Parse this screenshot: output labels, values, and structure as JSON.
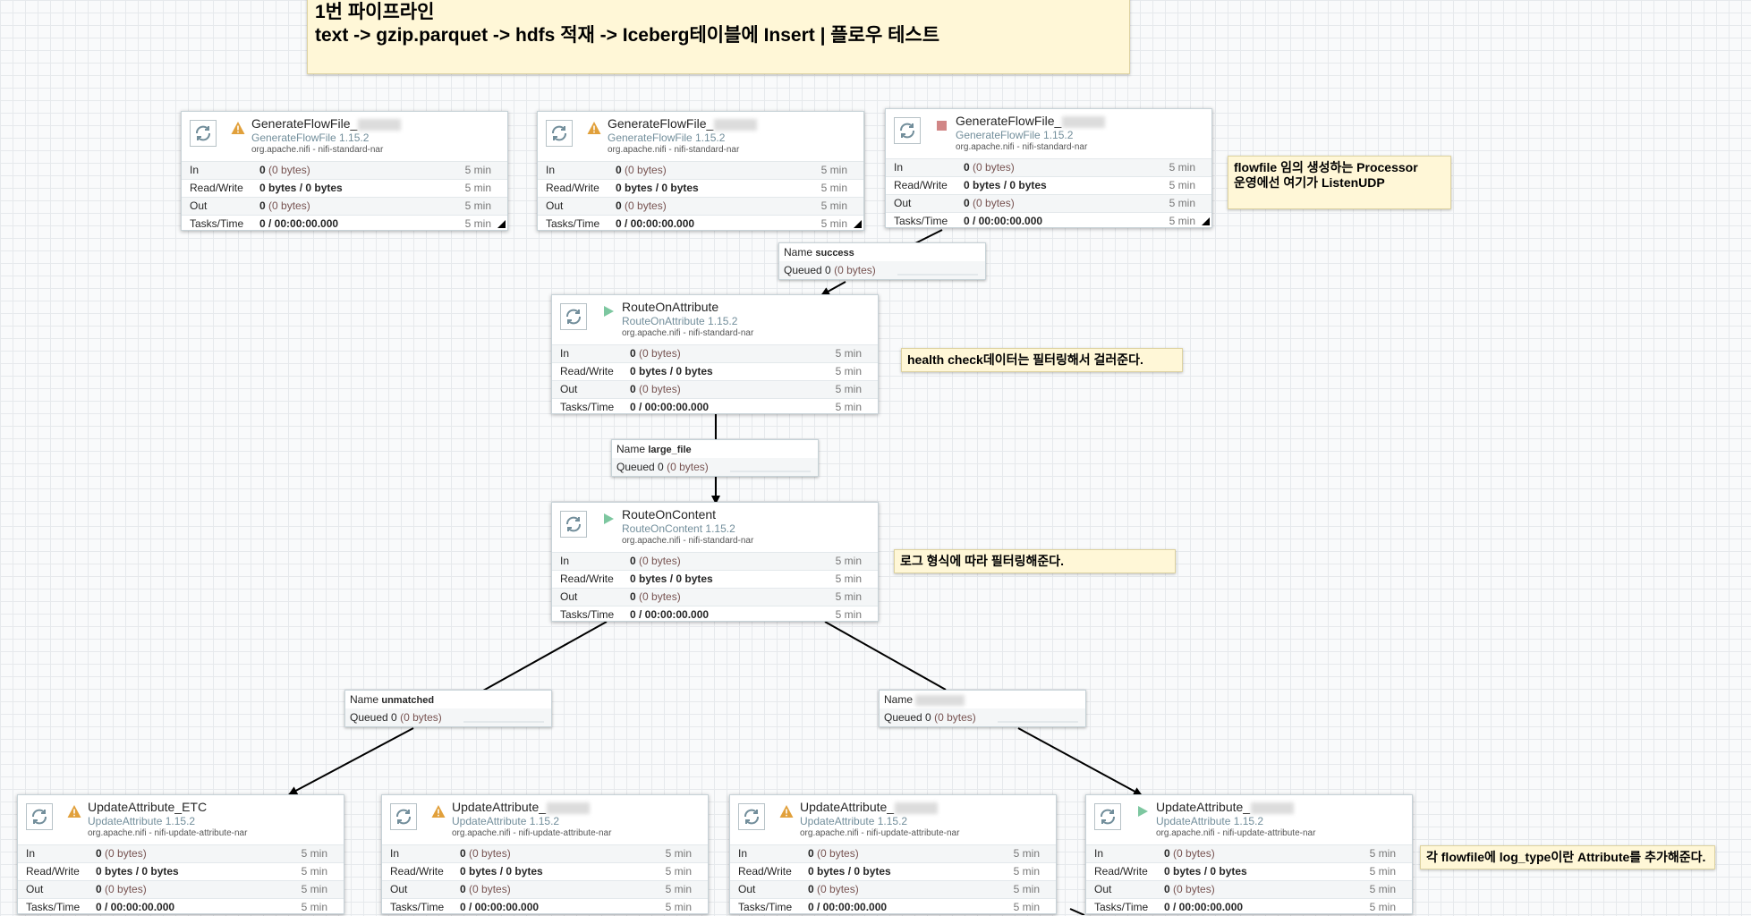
{
  "notes": {
    "title": [
      "1번 파이프라인",
      "text -> gzip.parquet -> hdfs 적재 -> Iceberg테이블에 Insert | 플로우 테스트"
    ],
    "flowfile": [
      "flowfile 임의 생성하는 Processor",
      "운영에선 여기가 ListenUDP"
    ],
    "health": [
      "health check데이터는 필터링해서 걸러준다."
    ],
    "format": [
      "로그 형식에 따라 필터링해준다."
    ],
    "attr": [
      "각 flowfile에 log_type이란 Attribute를 추가해준다."
    ]
  },
  "stats_labels": {
    "in": "In",
    "rw": "Read/Write",
    "out": "Out",
    "tasks": "Tasks/Time"
  },
  "processors": [
    {
      "name": "GenerateFlowFile_",
      "status_icon": "warning-icon",
      "type": "GenerateFlowFile 1.15.2",
      "bundle": "org.apache.nifi - nifi-standard-nar",
      "in": "0",
      "in_bytes": "(0 bytes)",
      "rw": "0 bytes / 0 bytes",
      "out": "0",
      "out_bytes": "(0 bytes)",
      "tasks": "0 / 00:00:00.000",
      "window": "5 min"
    },
    {
      "name": "GenerateFlowFile_",
      "status_icon": "warning-icon",
      "type": "GenerateFlowFile 1.15.2",
      "bundle": "org.apache.nifi - nifi-standard-nar",
      "in": "0",
      "in_bytes": "(0 bytes)",
      "rw": "0 bytes / 0 bytes",
      "out": "0",
      "out_bytes": "(0 bytes)",
      "tasks": "0 / 00:00:00.000",
      "window": "5 min"
    },
    {
      "name": "GenerateFlowFile_",
      "status_icon": "stopped-icon",
      "type": "GenerateFlowFile 1.15.2",
      "bundle": "org.apache.nifi - nifi-standard-nar",
      "in": "0",
      "in_bytes": "(0 bytes)",
      "rw": "0 bytes / 0 bytes",
      "out": "0",
      "out_bytes": "(0 bytes)",
      "tasks": "0 / 00:00:00.000",
      "window": "5 min"
    },
    {
      "name": "RouteOnAttribute",
      "status_icon": "running-icon",
      "type": "RouteOnAttribute 1.15.2",
      "bundle": "org.apache.nifi - nifi-standard-nar",
      "in": "0",
      "in_bytes": "(0 bytes)",
      "rw": "0 bytes / 0 bytes",
      "out": "0",
      "out_bytes": "(0 bytes)",
      "tasks": "0 / 00:00:00.000",
      "window": "5 min"
    },
    {
      "name": "RouteOnContent",
      "status_icon": "running-icon",
      "type": "RouteOnContent 1.15.2",
      "bundle": "org.apache.nifi - nifi-standard-nar",
      "in": "0",
      "in_bytes": "(0 bytes)",
      "rw": "0 bytes / 0 bytes",
      "out": "0",
      "out_bytes": "(0 bytes)",
      "tasks": "0 / 00:00:00.000",
      "window": "5 min"
    },
    {
      "name": "UpdateAttribute_ETC",
      "status_icon": "warning-icon",
      "type": "UpdateAttribute 1.15.2",
      "bundle": "org.apache.nifi - nifi-update-attribute-nar",
      "in": "0",
      "in_bytes": "(0 bytes)",
      "rw": "0 bytes / 0 bytes",
      "out": "0",
      "out_bytes": "(0 bytes)",
      "tasks": "0 / 00:00:00.000",
      "window": "5 min"
    },
    {
      "name": "UpdateAttribute_",
      "status_icon": "warning-icon",
      "type": "UpdateAttribute 1.15.2",
      "bundle": "org.apache.nifi - nifi-update-attribute-nar",
      "in": "0",
      "in_bytes": "(0 bytes)",
      "rw": "0 bytes / 0 bytes",
      "out": "0",
      "out_bytes": "(0 bytes)",
      "tasks": "0 / 00:00:00.000",
      "window": "5 min"
    },
    {
      "name": "UpdateAttribute_",
      "status_icon": "warning-icon",
      "type": "UpdateAttribute 1.15.2",
      "bundle": "org.apache.nifi - nifi-update-attribute-nar",
      "in": "0",
      "in_bytes": "(0 bytes)",
      "rw": "0 bytes / 0 bytes",
      "out": "0",
      "out_bytes": "(0 bytes)",
      "tasks": "0 / 00:00:00.000",
      "window": "5 min"
    },
    {
      "name": "UpdateAttribute_",
      "status_icon": "running-icon",
      "type": "UpdateAttribute 1.15.2",
      "bundle": "org.apache.nifi - nifi-update-attribute-nar",
      "in": "0",
      "in_bytes": "(0 bytes)",
      "rw": "0 bytes / 0 bytes",
      "out": "0",
      "out_bytes": "(0 bytes)",
      "tasks": "0 / 00:00:00.000",
      "window": "5 min"
    }
  ],
  "connections": [
    {
      "name_label": "Name",
      "name": "success",
      "queued_label": "Queued",
      "queued": "0",
      "queued_bytes": "(0 bytes)"
    },
    {
      "name_label": "Name",
      "name": "large_file",
      "queued_label": "Queued",
      "queued": "0",
      "queued_bytes": "(0 bytes)"
    },
    {
      "name_label": "Name",
      "name": "unmatched",
      "queued_label": "Queued",
      "queued": "0",
      "queued_bytes": "(0 bytes)"
    },
    {
      "name_label": "Name",
      "name": "",
      "queued_label": "Queued",
      "queued": "0",
      "queued_bytes": "(0 bytes)"
    }
  ]
}
